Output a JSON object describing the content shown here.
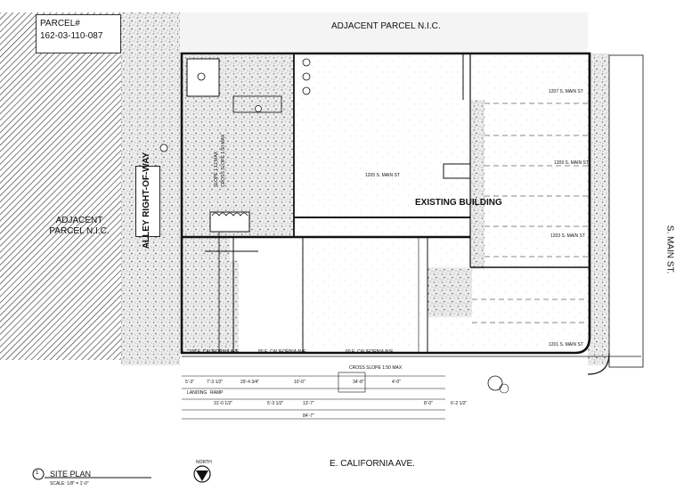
{
  "parcel": {
    "line1": "PARCEL#",
    "line2": "162-03-110-087"
  },
  "labels": {
    "adjacent_top": "ADJACENT PARCEL N.I.C.",
    "adjacent_left": "ADJACENT PARCEL N.I.C.",
    "alley": "ALLEY RIGHT-OF-WAY",
    "street_east": "S. MAIN ST.",
    "street_south": "E. CALIFORNIA AVE.",
    "building": "EXISTING BUILDING"
  },
  "addresses": {
    "a1207": "1207 S. MAIN ST",
    "a1205": "1205 S. MAIN ST",
    "a1209": "1209 S. MAIN ST",
    "a1203": "1203 S. MAIN ST",
    "a1201": "1201 S. MAIN ST",
    "a100": "100 E. CALIFORNIA AVE.",
    "a80a": "80 E. CALIFORNIA AVE.",
    "a60": "60 E. CALIFORNIA AVE."
  },
  "notes": {
    "slope1": "SLOPE 1:12 MAX",
    "slope2": "CROSS SLOPE 1:50 MAX",
    "cross_slope": "CROSS SLOPE 1:50 MAX"
  },
  "dimensions": [
    "5'-3\"",
    "7'-3 1/2\"",
    "29'-4 3/4\"",
    "10'-0\"",
    "34'-8\"",
    "4'-0\"",
    "31'-0 1/2\"",
    "13'-7\"",
    "5'-3 1/2\"",
    "84'-7\"",
    "8'-0\"",
    "6'-2 1/2\""
  ],
  "dim_words": {
    "landing": "LANDING",
    "ramp": "RAMP"
  },
  "title": {
    "name": "SITE PLAN",
    "scale": "SCALE: 1/8\" = 1'-0\"",
    "number": "1",
    "north": "NORTH"
  },
  "colors": {
    "line": "#111111",
    "stipple_bg": "#e9e9e9",
    "hatch": "#555555"
  }
}
